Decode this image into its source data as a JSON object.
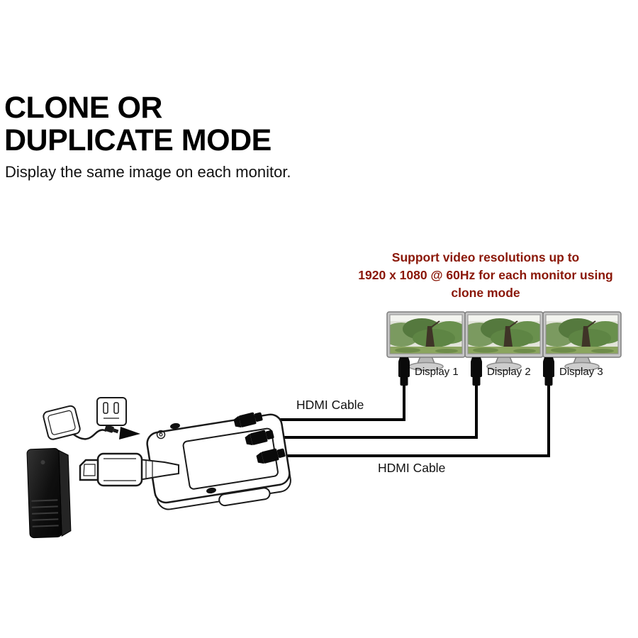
{
  "header": {
    "title_line1": "CLONE OR",
    "title_line2": "DUPLICATE MODE",
    "subtitle": "Display the same image on each monitor."
  },
  "note": {
    "lines": [
      "Support video resolutions up to",
      "1920 x 1080 @ 60Hz for each monitor using",
      "clone mode"
    ],
    "color": "#8a1708"
  },
  "displays": [
    {
      "label": "Display 1"
    },
    {
      "label": "Display 2"
    },
    {
      "label": "Display 3"
    }
  ],
  "labels": {
    "hdmi_cable_top": "HDMI Cable",
    "hdmi_cable_bottom": "HDMI Cable"
  },
  "colors": {
    "note_red": "#8a1708",
    "cable_black": "#000000",
    "monitor_frame_gray": "#c6c6c6",
    "background": "#ffffff"
  },
  "icons": {
    "monitors": [
      "monitor-icon",
      "monitor-icon",
      "monitor-icon"
    ],
    "connectors": [
      "hdmi-plug-icon",
      "hdmi-plug-icon",
      "hdmi-plug-icon",
      "displayport-connector-icon",
      "power-adapter-icon",
      "dc-arrow-icon"
    ],
    "devices": [
      "splitter-device",
      "source-device"
    ]
  }
}
